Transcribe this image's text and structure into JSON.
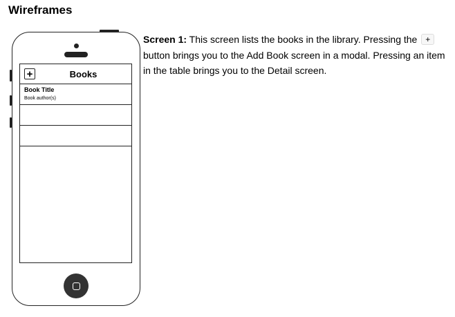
{
  "heading": "Wireframes",
  "phone": {
    "nav_add_glyph": "+",
    "nav_title": "Books",
    "rows": [
      {
        "title": "Book Title",
        "subtitle": "Book author(s)"
      },
      {
        "title": "",
        "subtitle": ""
      },
      {
        "title": "",
        "subtitle": ""
      }
    ]
  },
  "description": {
    "lead": "Screen 1:",
    "part1": " This screen lists the books in the library. Pressing the ",
    "plus": "+",
    "part2": " button brings you to the Add Book screen in a modal. Pressing an item in the table brings you to the Detail screen."
  }
}
